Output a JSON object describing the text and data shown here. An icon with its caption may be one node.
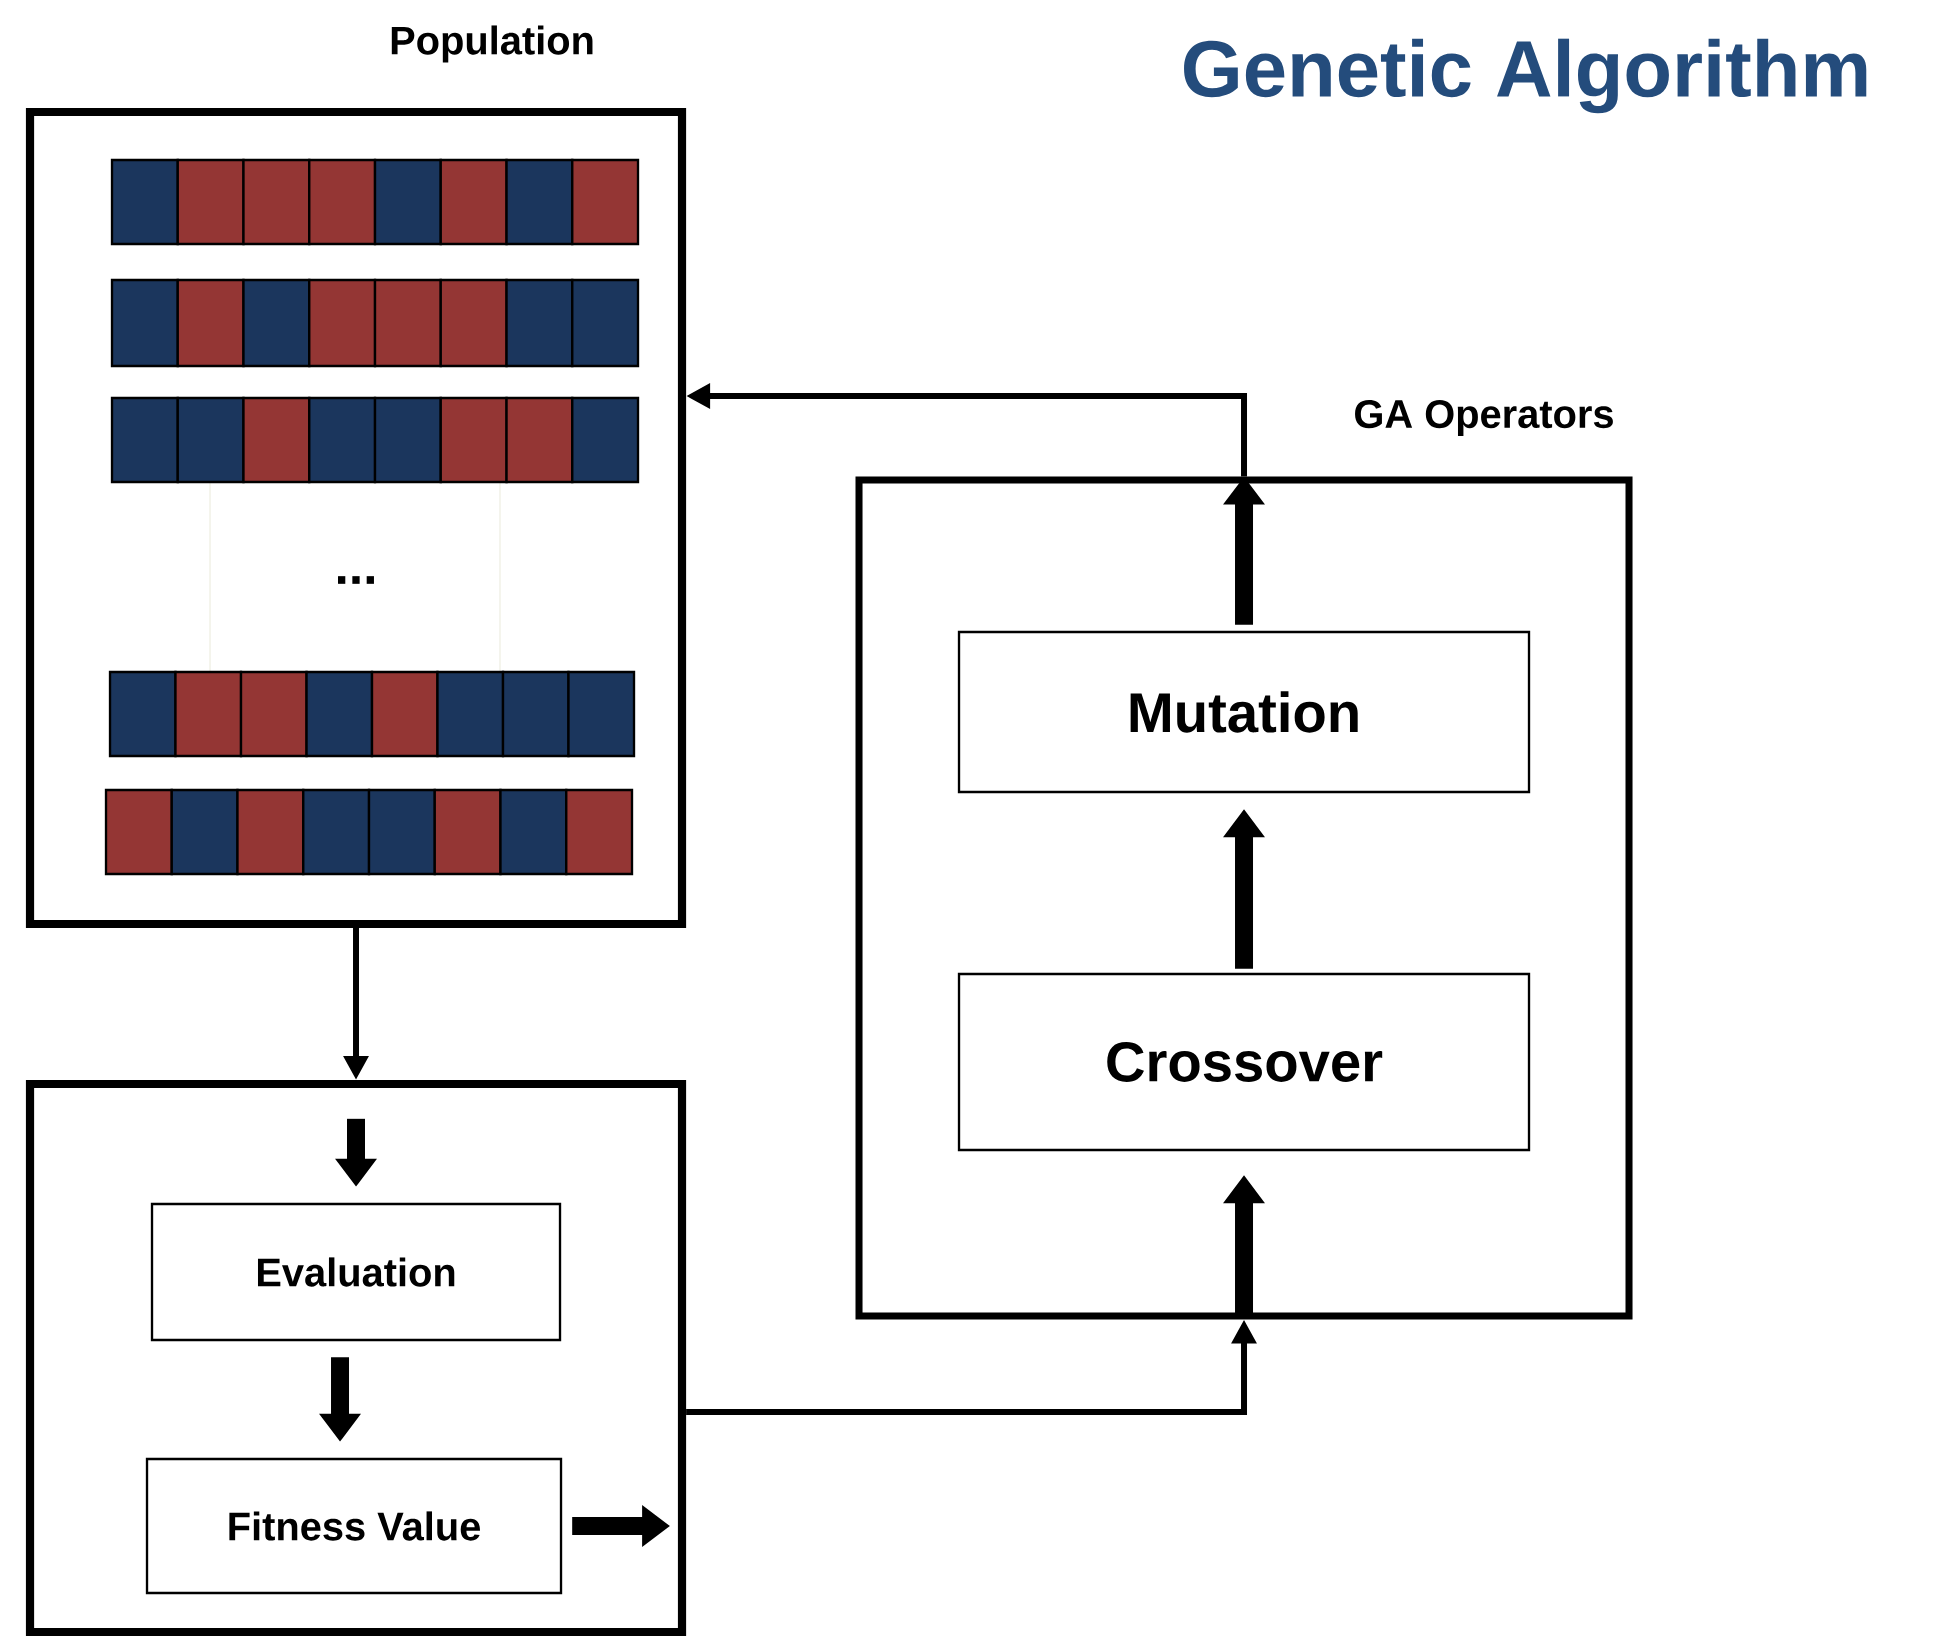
{
  "diagram": {
    "title": "Genetic Algorithm",
    "nodes": [
      {
        "text": [
          "Population"
        ]
      },
      {
        "text": [],
        "shape": "box"
      },
      {
        "text": [
          "Evaluation"
        ],
        "in": 1
      },
      {
        "text": [
          "Fitness Value"
        ],
        "in": 1
      },
      {
        "text": [
          "GA Operators"
        ]
      },
      {
        "text": [
          "Mutation"
        ],
        "in": 4
      },
      {
        "text": [
          "Crossover"
        ],
        "in": 4
      }
    ],
    "edges": [
      {
        "from": 0,
        "to": 1,
        "arrow": "to"
      },
      {
        "from": 1,
        "to": 4,
        "arrow": "to"
      },
      {
        "from": 4,
        "to": 0,
        "arrow": "to"
      },
      {
        "from": 5,
        "to": 4,
        "arrow": "to"
      },
      {
        "from": 6,
        "to": 5,
        "arrow": "to"
      },
      {
        "from": 4,
        "to": 6,
        "arrow": "to"
      },
      {
        "from": null,
        "to": 2,
        "arrow": "to"
      },
      {
        "from": 2,
        "to": 3,
        "arrow": "to"
      },
      {
        "from": 3,
        "to": 1,
        "arrow": "to"
      }
    ],
    "labels": [
      "..."
    ]
  }
}
